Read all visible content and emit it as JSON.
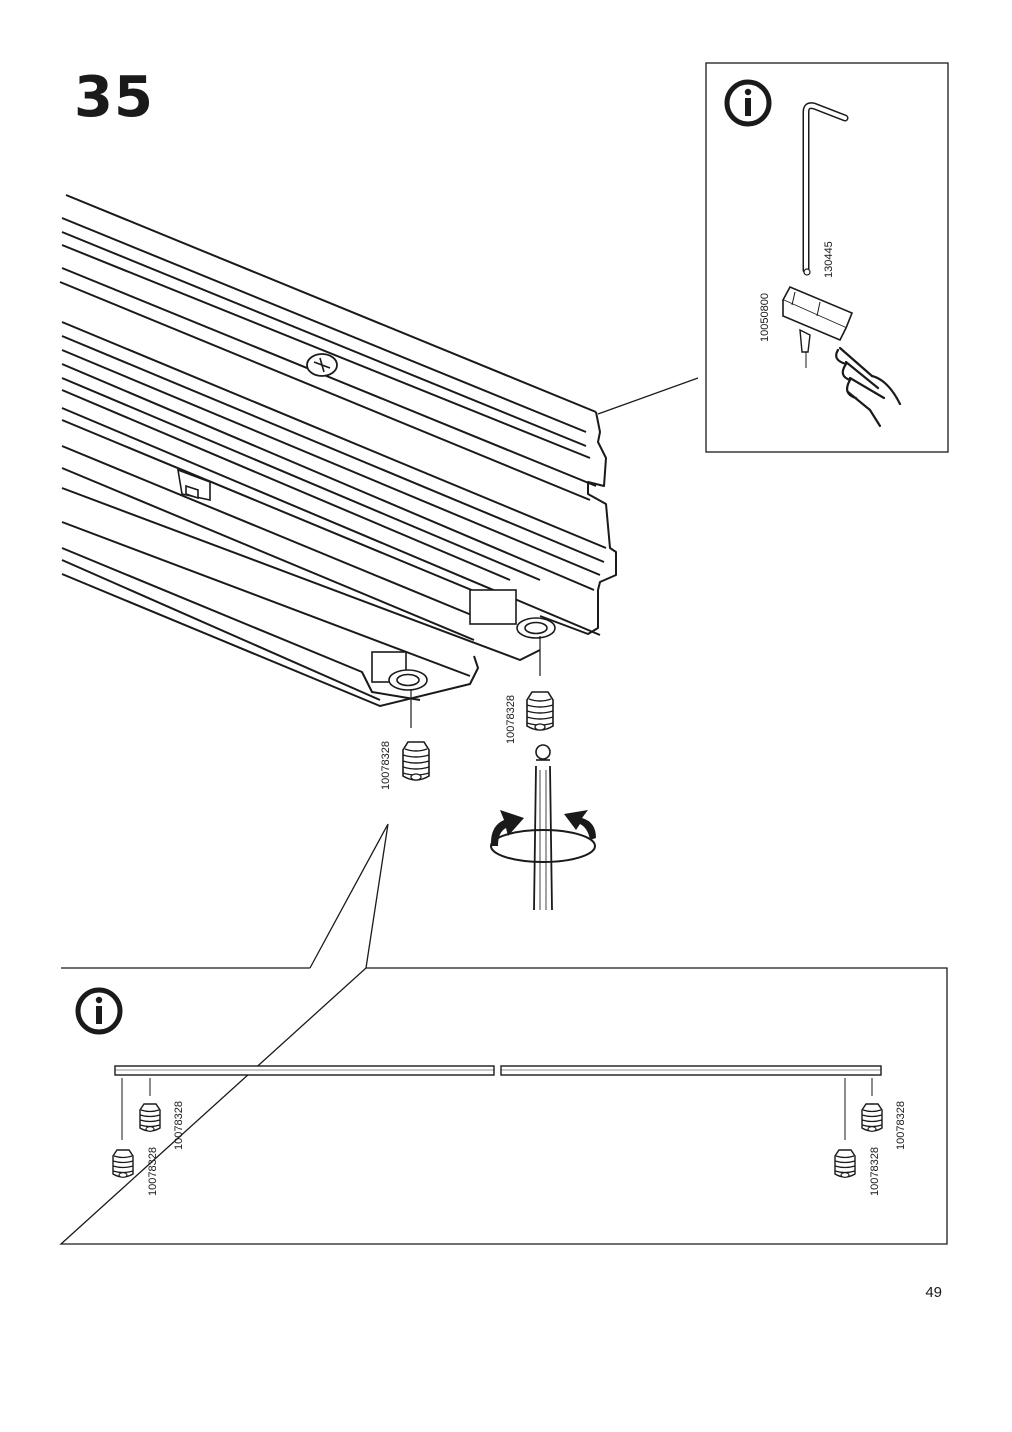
{
  "step": {
    "number": "35"
  },
  "page": {
    "number": "49"
  },
  "info_panel_top": {
    "icon": "info-icon",
    "allen_key_part": "130445",
    "bracket_part": "10050800"
  },
  "main": {
    "screw_part_left": "10078328",
    "screw_part_right": "10078328",
    "rotate_icon": "rotate-clockwise-icon"
  },
  "info_panel_bottom": {
    "icon": "info-icon",
    "screw_labels": [
      "10078328",
      "10078328",
      "10078328",
      "10078328"
    ]
  }
}
